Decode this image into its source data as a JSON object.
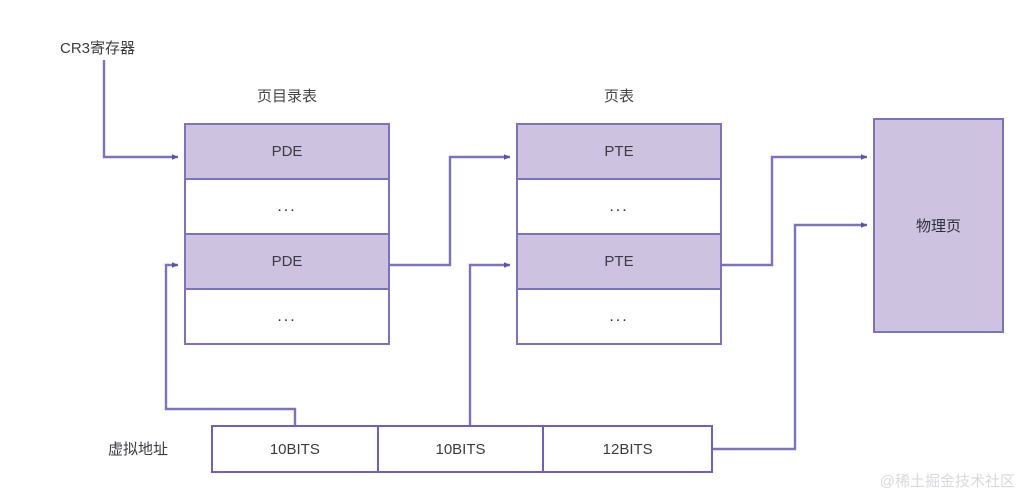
{
  "diagram": {
    "title_cr3": "CR3寄存器",
    "title_pdt": "页目录表",
    "title_pt": "页表",
    "label_virtual_address": "虚拟地址",
    "watermark": "@稀土掘金技术社区",
    "colors": {
      "stroke": "#7a73c0",
      "fill": "#cdc3e1",
      "addr_stroke": "#6f5fc4",
      "text": "#3b3b44",
      "background": "#ffffff",
      "watermark": "#d9d9de"
    }
  },
  "page_directory_table": {
    "title": "页目录表",
    "rows": [
      {
        "label": "PDE",
        "filled": true
      },
      {
        "label": "...",
        "filled": false
      },
      {
        "label": "PDE",
        "filled": true
      },
      {
        "label": "...",
        "filled": false
      }
    ]
  },
  "page_table": {
    "title": "页表",
    "rows": [
      {
        "label": "PTE",
        "filled": true
      },
      {
        "label": "...",
        "filled": false
      },
      {
        "label": "PTE",
        "filled": true
      },
      {
        "label": "...",
        "filled": false
      }
    ]
  },
  "physical_page": {
    "label": "物理页"
  },
  "virtual_address": {
    "label": "虚拟地址",
    "fields": [
      {
        "label": "10BITS",
        "width": 167
      },
      {
        "label": "10BITS",
        "width": 167
      },
      {
        "label": "12BITS",
        "width": 168
      }
    ]
  }
}
